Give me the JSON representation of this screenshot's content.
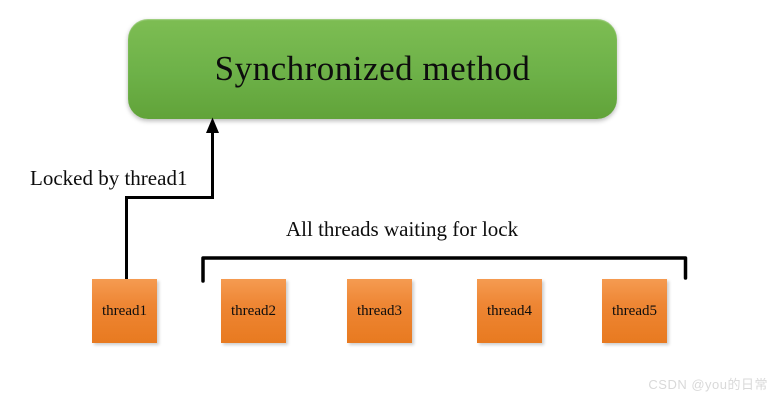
{
  "diagram": {
    "method_box_label": "Synchronized method",
    "locked_label": "Locked by thread1",
    "waiting_label": "All threads waiting for lock",
    "threads": [
      "thread1",
      "thread2",
      "thread3",
      "thread4",
      "thread5"
    ],
    "watermark": "CSDN @you的日常",
    "colors": {
      "method_box_green": "#6fb148",
      "thread_box_orange": "#ed7d31",
      "connector_black": "#000000",
      "text_black": "#0d0d0d",
      "watermark_gray": "#d9d9d9"
    }
  }
}
